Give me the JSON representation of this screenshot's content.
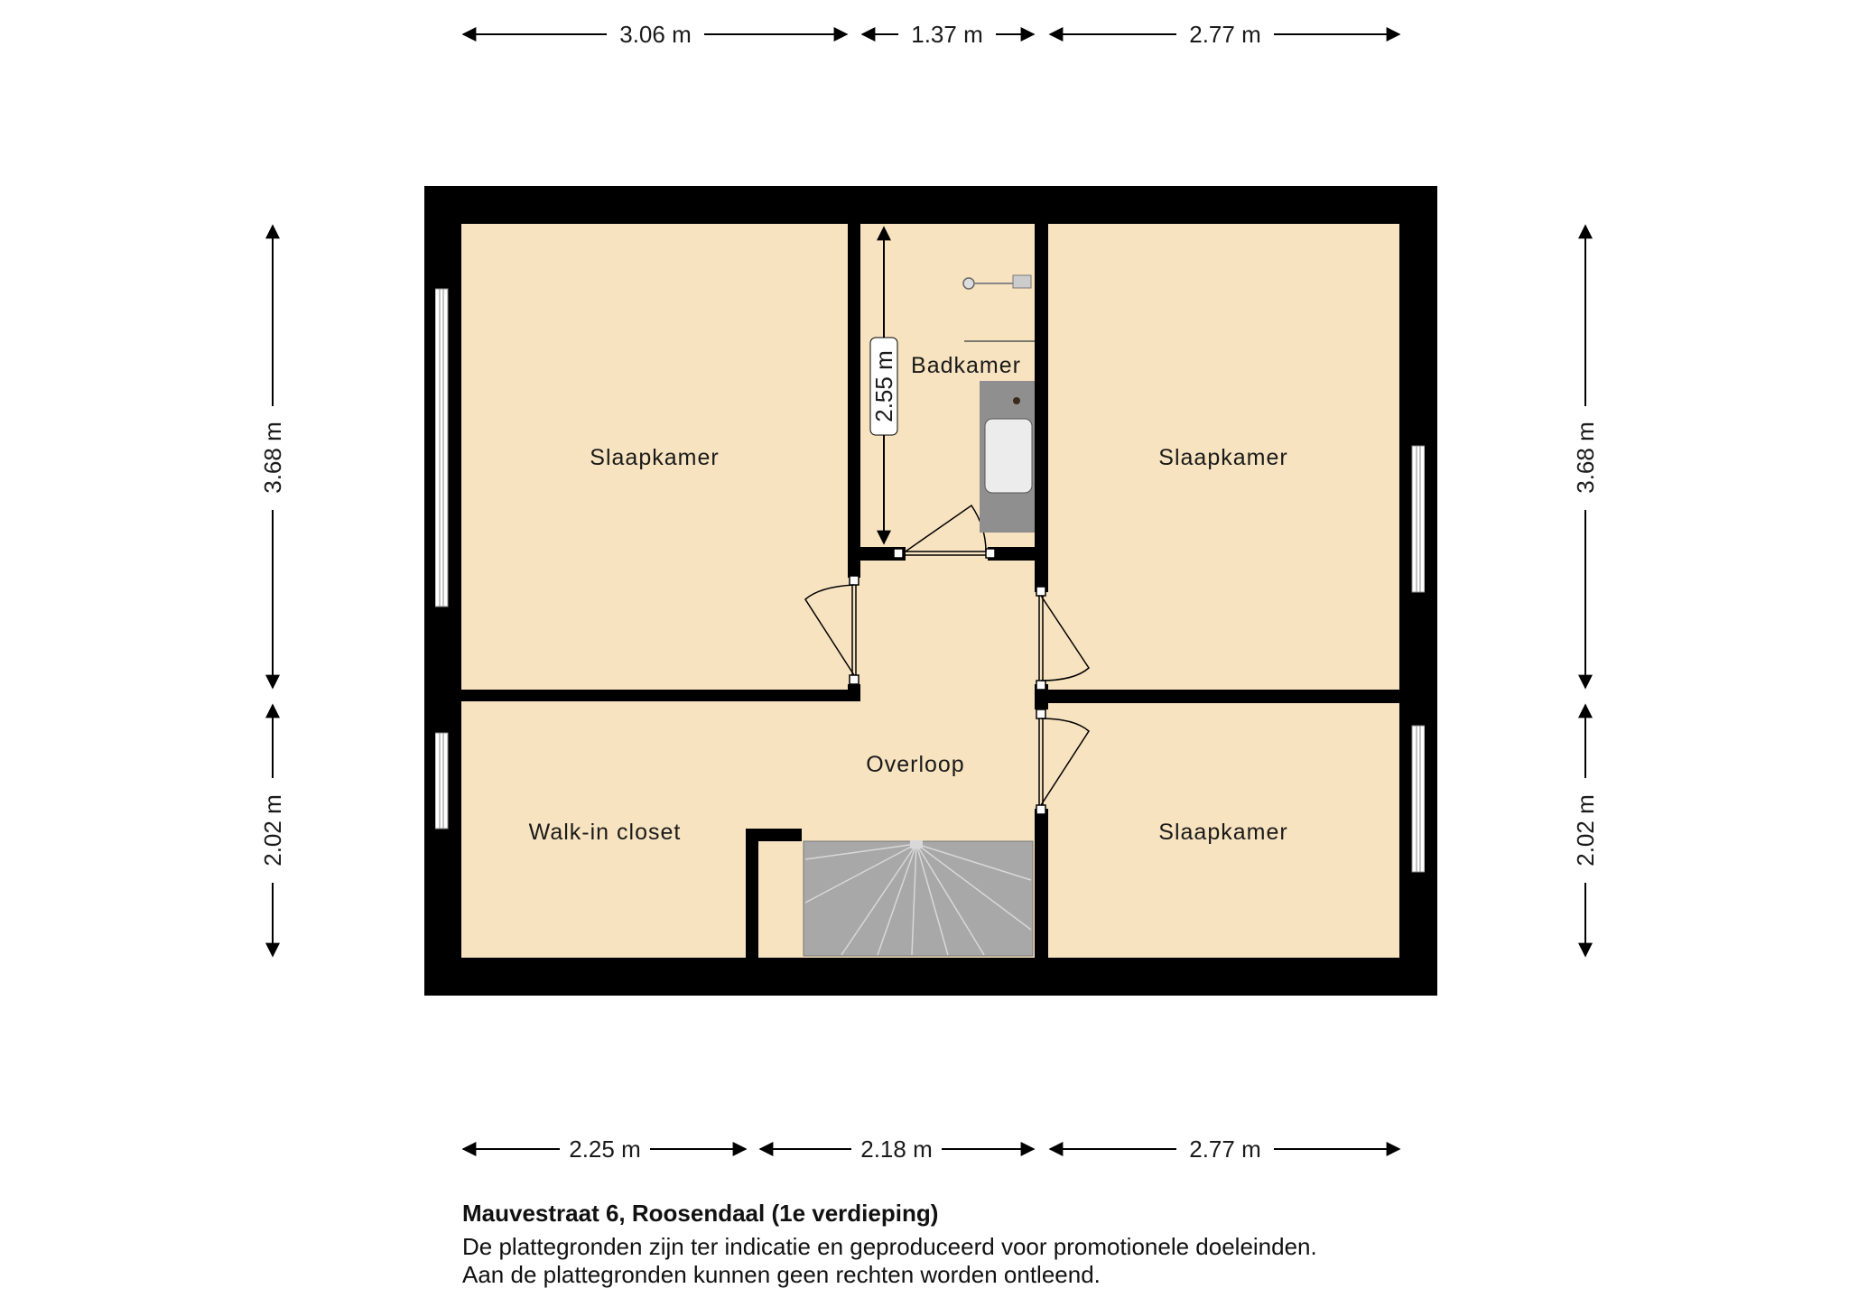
{
  "rooms": {
    "slaapkamer_left": "Slaapkamer",
    "badkamer": "Badkamer",
    "slaapkamer_right_top": "Slaapkamer",
    "overloop": "Overloop",
    "walkin": "Walk-in closet",
    "slaapkamer_right_bottom": "Slaapkamer"
  },
  "dimensions": {
    "top": [
      "3.06 m",
      "1.37 m",
      "2.77 m"
    ],
    "bottom": [
      "2.25 m",
      "2.18 m",
      "2.77 m"
    ],
    "left": [
      "3.68 m",
      "2.02 m"
    ],
    "right": [
      "3.68 m",
      "2.02 m"
    ],
    "bath_height": "2.55 m"
  },
  "caption": {
    "title": "Mauvestraat 6, Roosendaal (1e verdieping)",
    "line1": "De plattegronden zijn ter indicatie en geproduceerd voor promotionele doeleinden.",
    "line2": "Aan de plattegronden kunnen geen rechten worden ontleend."
  },
  "colors": {
    "floor": "#f7e3bf",
    "wall": "#000000",
    "stairs": "#a8a8a8",
    "vanity": "#8f8f8f"
  }
}
